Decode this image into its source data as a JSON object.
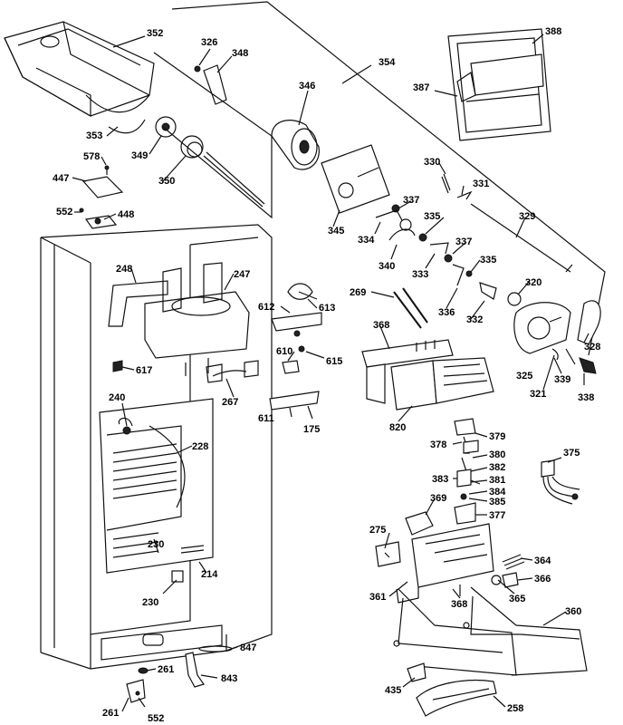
{
  "labels": [
    {
      "id": "352",
      "text": "352"
    },
    {
      "id": "326",
      "text": "326"
    },
    {
      "id": "348",
      "text": "348"
    },
    {
      "id": "354",
      "text": "354"
    },
    {
      "id": "388",
      "text": "388"
    },
    {
      "id": "387",
      "text": "387"
    },
    {
      "id": "346",
      "text": "346"
    },
    {
      "id": "353",
      "text": "353"
    },
    {
      "id": "349",
      "text": "349"
    },
    {
      "id": "350",
      "text": "350"
    },
    {
      "id": "578",
      "text": "578"
    },
    {
      "id": "447",
      "text": "447"
    },
    {
      "id": "552a",
      "text": "552"
    },
    {
      "id": "448",
      "text": "448"
    },
    {
      "id": "330",
      "text": "330"
    },
    {
      "id": "331",
      "text": "331"
    },
    {
      "id": "337a",
      "text": "337"
    },
    {
      "id": "345",
      "text": "345"
    },
    {
      "id": "335a",
      "text": "335"
    },
    {
      "id": "329",
      "text": "329"
    },
    {
      "id": "334",
      "text": "334"
    },
    {
      "id": "340",
      "text": "340"
    },
    {
      "id": "333",
      "text": "333"
    },
    {
      "id": "337b",
      "text": "337"
    },
    {
      "id": "335b",
      "text": "335"
    },
    {
      "id": "248",
      "text": "248"
    },
    {
      "id": "247",
      "text": "247"
    },
    {
      "id": "612",
      "text": "612"
    },
    {
      "id": "613",
      "text": "613"
    },
    {
      "id": "269",
      "text": "269"
    },
    {
      "id": "320",
      "text": "320"
    },
    {
      "id": "336",
      "text": "336"
    },
    {
      "id": "332",
      "text": "332"
    },
    {
      "id": "328",
      "text": "328"
    },
    {
      "id": "368a",
      "text": "368"
    },
    {
      "id": "610",
      "text": "610"
    },
    {
      "id": "615",
      "text": "615"
    },
    {
      "id": "617",
      "text": "617"
    },
    {
      "id": "267",
      "text": "267"
    },
    {
      "id": "325",
      "text": "325"
    },
    {
      "id": "339",
      "text": "339"
    },
    {
      "id": "321",
      "text": "321"
    },
    {
      "id": "338",
      "text": "338"
    },
    {
      "id": "240",
      "text": "240"
    },
    {
      "id": "611",
      "text": "611"
    },
    {
      "id": "175",
      "text": "175"
    },
    {
      "id": "820",
      "text": "820"
    },
    {
      "id": "228",
      "text": "228"
    },
    {
      "id": "379",
      "text": "379"
    },
    {
      "id": "378",
      "text": "378"
    },
    {
      "id": "380",
      "text": "380"
    },
    {
      "id": "382",
      "text": "382"
    },
    {
      "id": "375",
      "text": "375"
    },
    {
      "id": "383",
      "text": "383"
    },
    {
      "id": "381",
      "text": "381"
    },
    {
      "id": "384",
      "text": "384"
    },
    {
      "id": "369",
      "text": "369"
    },
    {
      "id": "385",
      "text": "385"
    },
    {
      "id": "377",
      "text": "377"
    },
    {
      "id": "275",
      "text": "275"
    },
    {
      "id": "230a",
      "text": "230"
    },
    {
      "id": "214",
      "text": "214"
    },
    {
      "id": "364",
      "text": "364"
    },
    {
      "id": "366",
      "text": "366"
    },
    {
      "id": "230b",
      "text": "230"
    },
    {
      "id": "361",
      "text": "361"
    },
    {
      "id": "368b",
      "text": "368"
    },
    {
      "id": "365",
      "text": "365"
    },
    {
      "id": "360",
      "text": "360"
    },
    {
      "id": "847",
      "text": "847"
    },
    {
      "id": "261a",
      "text": "261"
    },
    {
      "id": "843",
      "text": "843"
    },
    {
      "id": "435",
      "text": "435"
    },
    {
      "id": "261b",
      "text": "261"
    },
    {
      "id": "552b",
      "text": "552"
    },
    {
      "id": "258",
      "text": "258"
    }
  ]
}
